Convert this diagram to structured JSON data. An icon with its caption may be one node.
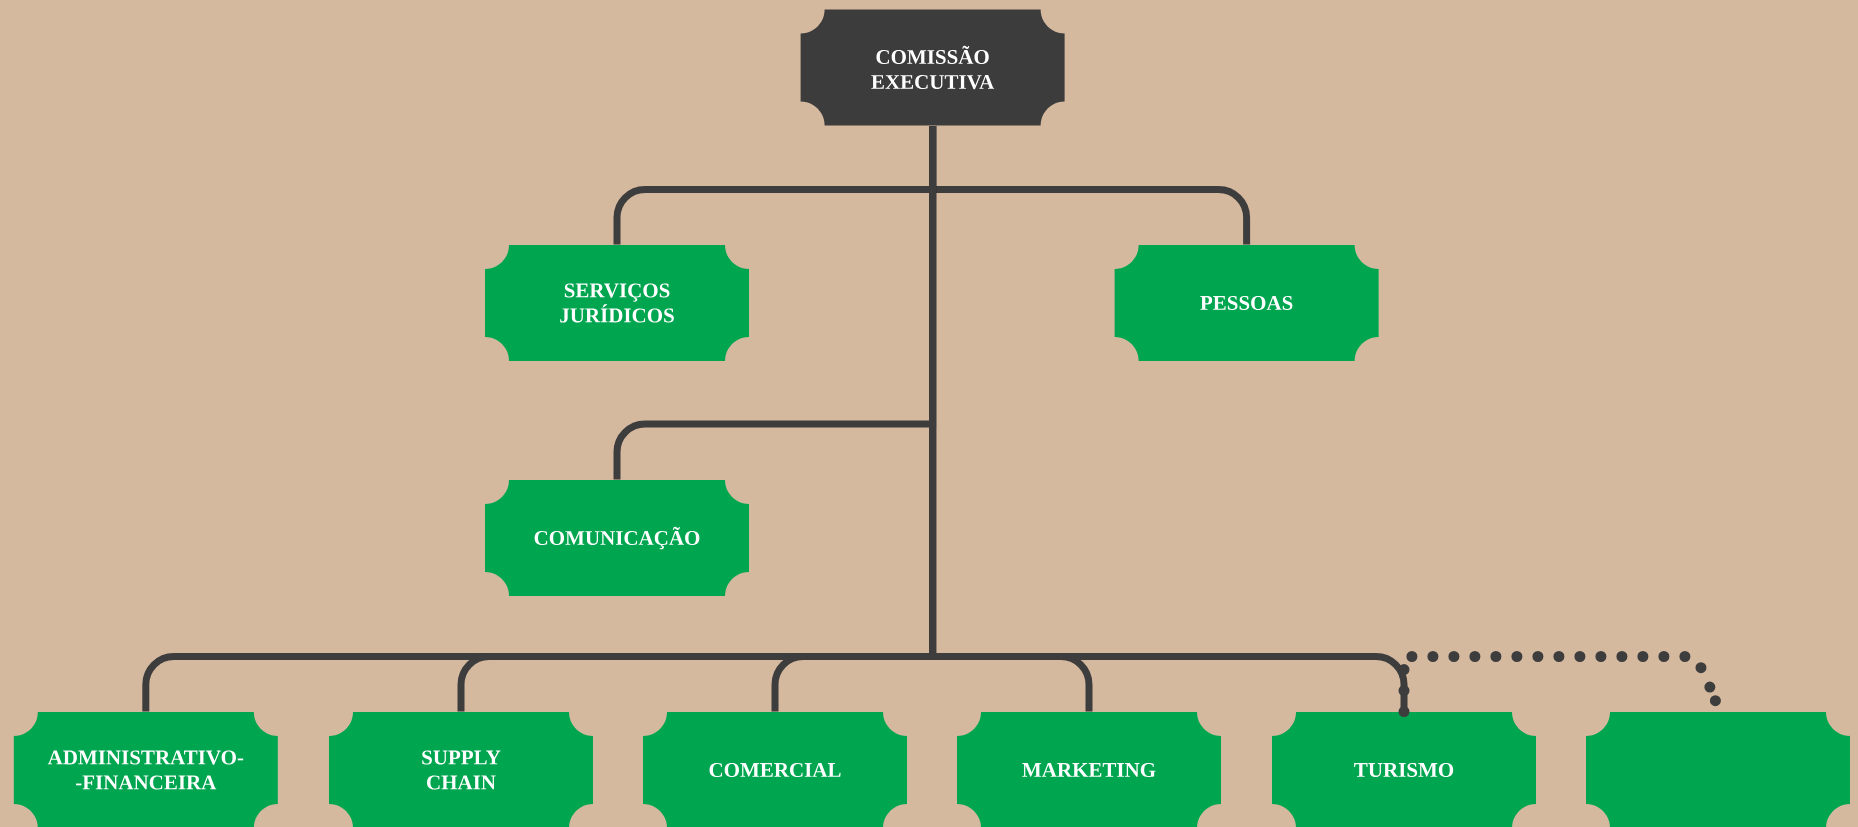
{
  "diagram": {
    "nodes": [
      {
        "text": [
          "COMISSÃO EXECUTIVA"
        ]
      },
      {
        "text": [
          "SERVIÇOS JURÍDICOS"
        ]
      },
      {
        "text": [
          "PESSOAS"
        ]
      },
      {
        "text": [
          "COMUNICAÇÃO"
        ]
      },
      {
        "text": [
          "ADMINISTRATIVO- -FINANCEIRA"
        ]
      },
      {
        "text": [
          "SUPPLY CHAIN"
        ]
      },
      {
        "text": [
          "COMERCIAL"
        ]
      },
      {
        "text": [
          "MARKETING"
        ]
      },
      {
        "text": [
          "TURISMO"
        ]
      },
      {
        "text": [],
        "shape": "box"
      }
    ],
    "edges": [
      {
        "from": 0,
        "to": 1,
        "arrow": "none"
      },
      {
        "from": 0,
        "to": 2,
        "arrow": "none"
      },
      {
        "from": 0,
        "to": 3,
        "arrow": "none"
      },
      {
        "from": 0,
        "to": 4,
        "arrow": "none"
      },
      {
        "from": 0,
        "to": 5,
        "arrow": "none"
      },
      {
        "from": 0,
        "to": 6,
        "arrow": "none"
      },
      {
        "from": 0,
        "to": 7,
        "arrow": "none"
      },
      {
        "from": 0,
        "to": 8,
        "arrow": "none"
      },
      {
        "from": 8,
        "to": 9,
        "arrow": "none",
        "style": "dashed"
      }
    ]
  }
}
